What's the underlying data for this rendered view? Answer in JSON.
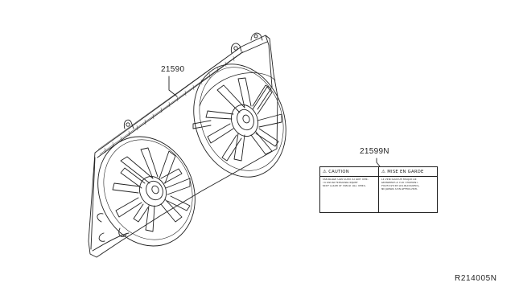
{
  "parts": {
    "fan_assembly": {
      "number": "21590",
      "description_icon": "radiator-fan-shroud-assembly"
    },
    "caution_label": {
      "number": "21599N",
      "description_icon": "caution-label-sticker"
    }
  },
  "caution_label_text": {
    "english_heading": "CAUTION",
    "english_lines": [
      "FAN BLADE CAN START AT ANY TIME.",
      "TO AVOID PERSONAL INJURY",
      "KEEP CLEAR OF FAN AT ALL TIMES."
    ],
    "french_heading": "MISE EN GARDE",
    "french_lines": [
      "LE VENTILATEUR RISQUE DE",
      "DEMARRER A TOUT MOMENT.",
      "POUR EVITER LES BLESSURES,",
      "NE JAMAIS S'EN APPROCHER."
    ]
  },
  "diagram_code": "R214005N"
}
